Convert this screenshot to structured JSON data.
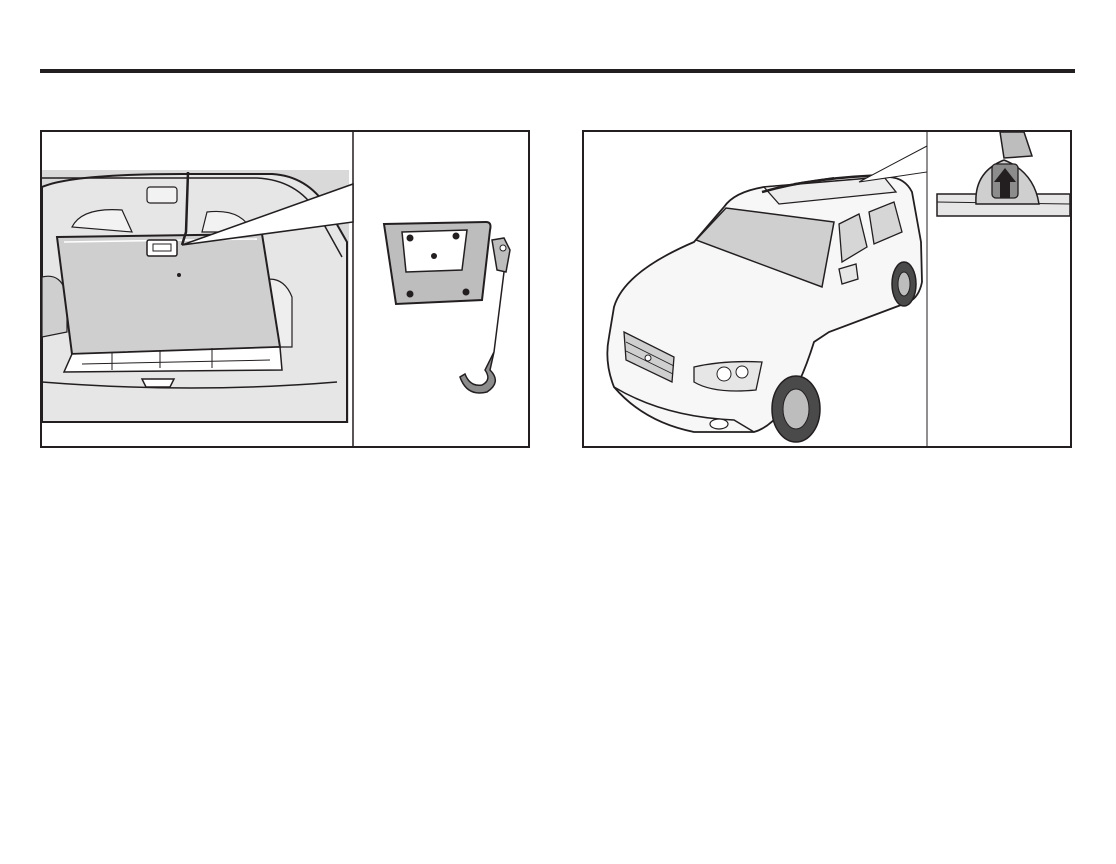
{
  "document": {
    "header_rule_color": "#231f20",
    "figures": [
      {
        "id": "cargo-tie-down-hook",
        "icon": "cargo-hook-illustration"
      },
      {
        "id": "roof-rack-crossbar",
        "icon": "roof-rack-illustration"
      }
    ]
  }
}
